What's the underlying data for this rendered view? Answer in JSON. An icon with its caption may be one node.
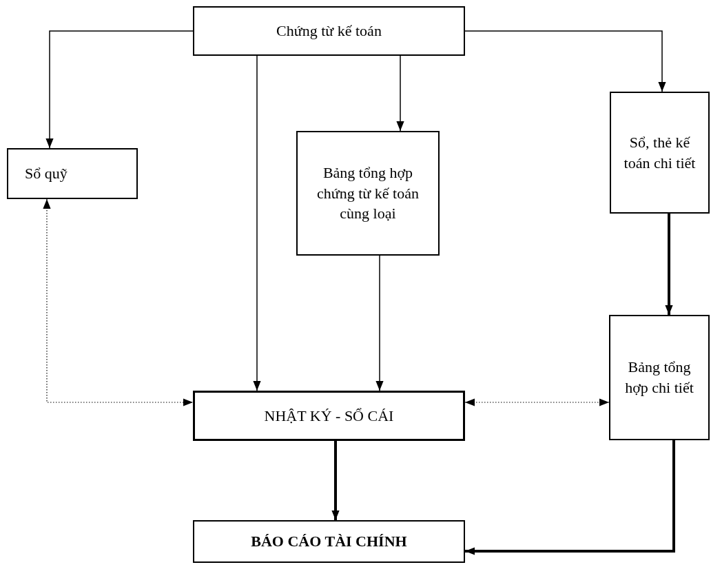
{
  "diagram": {
    "nodes": [
      {
        "text": [
          "Chứng từ kế toán"
        ]
      },
      {
        "text": [
          "Sổ quỹ"
        ]
      },
      {
        "text": [
          "Bảng tổng hợp chứng từ kế toán cùng loại"
        ]
      },
      {
        "text": [
          "Sổ, thẻ kế toán chi tiết"
        ]
      },
      {
        "text": [
          "Bảng tổng hợp chi tiết"
        ]
      },
      {
        "text": [
          "NHẬT KÝ - SỔ CÁI"
        ]
      },
      {
        "text": [
          "BÁO CÁO TÀI CHÍNH"
        ]
      }
    ],
    "edges": [
      {
        "from": 0,
        "to": 1,
        "arrow": "to"
      },
      {
        "from": 0,
        "to": 5,
        "arrow": "to"
      },
      {
        "from": 0,
        "to": 2,
        "arrow": "to"
      },
      {
        "from": 0,
        "to": 3,
        "arrow": "to"
      },
      {
        "from": 2,
        "to": 5,
        "arrow": "to"
      },
      {
        "from": 3,
        "to": 4,
        "arrow": "to",
        "style": "thick"
      },
      {
        "from": 1,
        "to": 5,
        "arrow": "both",
        "style": "dashed"
      },
      {
        "from": 5,
        "to": 4,
        "arrow": "both",
        "style": "dashed"
      },
      {
        "from": 5,
        "to": 6,
        "arrow": "to",
        "style": "thick"
      },
      {
        "from": 4,
        "to": 6,
        "arrow": "to",
        "style": "thick"
      }
    ]
  }
}
